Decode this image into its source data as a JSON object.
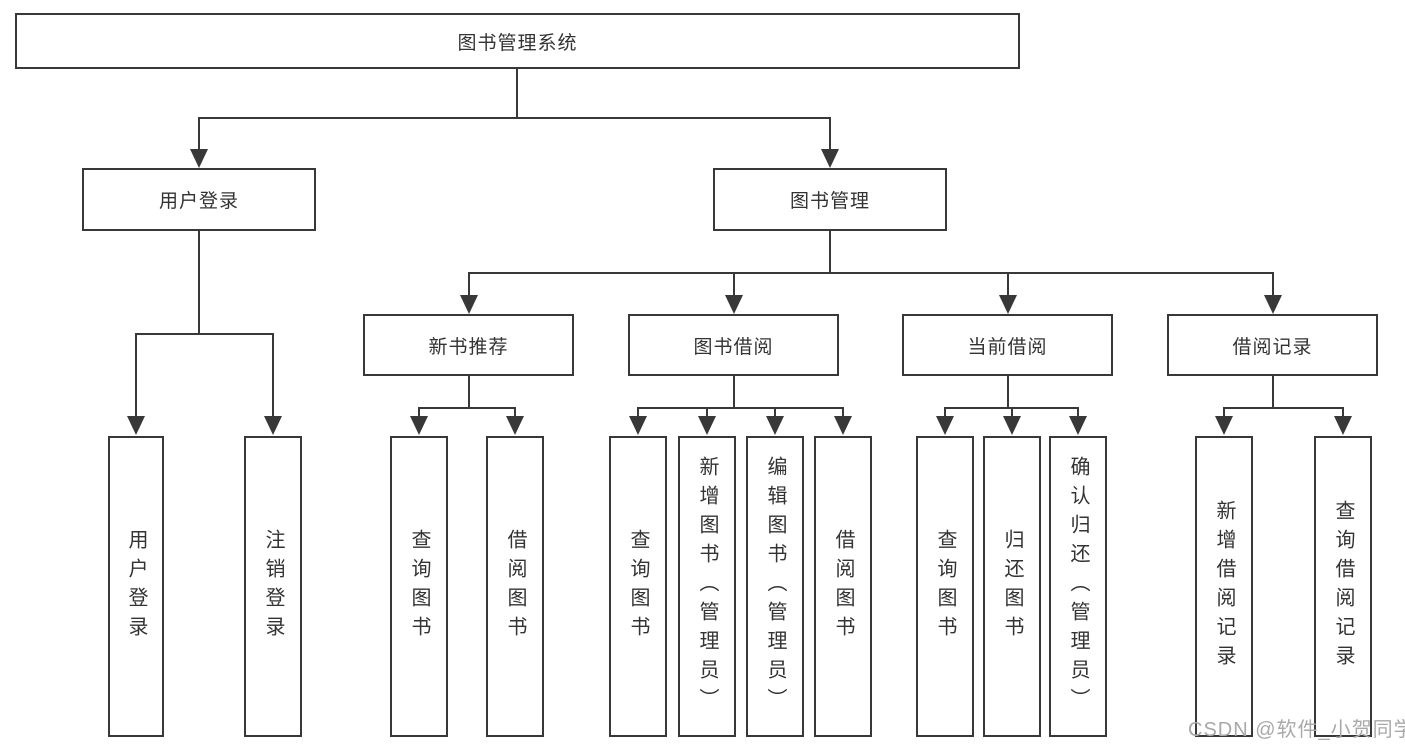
{
  "diagram": {
    "root": {
      "label": "图书管理系统"
    },
    "level2": [
      {
        "label": "用户登录"
      },
      {
        "label": "图书管理"
      }
    ],
    "level3": [
      {
        "label": "新书推荐"
      },
      {
        "label": "图书借阅"
      },
      {
        "label": "当前借阅"
      },
      {
        "label": "借阅记录"
      }
    ],
    "leaves": {
      "user_login": [
        {
          "label": "用户登录"
        },
        {
          "label": "注销登录"
        }
      ],
      "new_recommend": [
        {
          "label": "查询图书"
        },
        {
          "label": "借阅图书"
        }
      ],
      "book_borrow": [
        {
          "label": "查询图书"
        },
        {
          "label": "新增图书（管理员）"
        },
        {
          "label": "编辑图书（管理员）"
        },
        {
          "label": "借阅图书"
        }
      ],
      "current_borrow": [
        {
          "label": "查询图书"
        },
        {
          "label": "归还图书"
        },
        {
          "label": "确认归还（管理员）"
        }
      ],
      "borrow_records": [
        {
          "label": "新增借阅记录"
        },
        {
          "label": "查询借阅记录"
        }
      ]
    },
    "watermark": "CSDN @软件_小贺同学",
    "colors": {
      "line": "#383838",
      "text": "#333333",
      "background": "#ffffff",
      "watermark": "#a9a9a9"
    }
  }
}
